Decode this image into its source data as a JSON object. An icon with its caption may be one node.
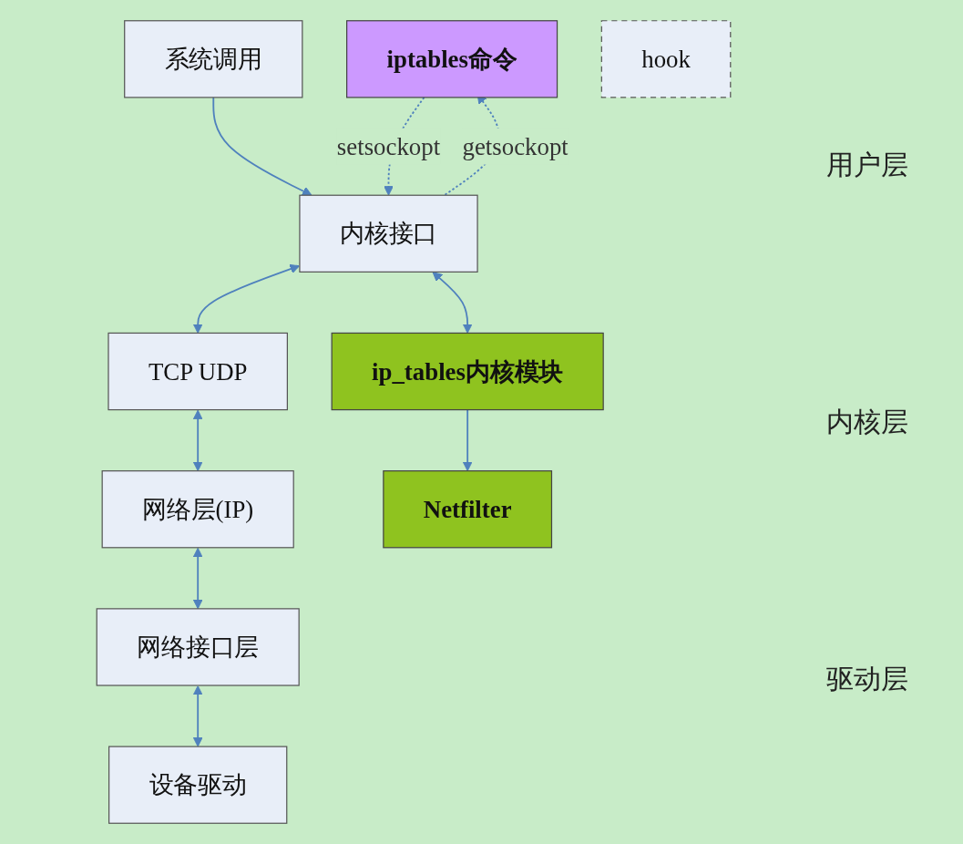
{
  "diagram": {
    "nodes": [
      {
        "text": [
          "系统调用"
        ]
      },
      {
        "text": [
          "iptables命令"
        ]
      },
      {
        "text": [
          "内核接口"
        ]
      },
      {
        "text": [
          "TCP UDP"
        ]
      },
      {
        "text": [
          "ip_tables内核模块"
        ]
      },
      {
        "text": [
          "网络层(IP)"
        ]
      },
      {
        "text": [
          "hook"
        ]
      },
      {
        "text": [
          "Netfilter"
        ]
      },
      {
        "text": [
          "网络接口层"
        ]
      },
      {
        "text": [
          "设备驱动"
        ]
      }
    ],
    "edges": [
      {
        "from": 0,
        "to": 2,
        "arrow": "to"
      },
      {
        "from": 1,
        "to": 2,
        "arrow": "to",
        "label": "setsockopt",
        "style": "dashed"
      },
      {
        "from": 2,
        "to": 1,
        "arrow": "to",
        "label": "getsockopt",
        "style": "dashed"
      },
      {
        "from": 2,
        "to": 3,
        "arrow": "both"
      },
      {
        "from": 2,
        "to": 4,
        "arrow": "both"
      },
      {
        "from": 3,
        "to": 5,
        "arrow": "both"
      },
      {
        "from": 4,
        "to": 7,
        "arrow": "to"
      },
      {
        "from": 5,
        "to": 8,
        "arrow": "both"
      },
      {
        "from": 8,
        "to": 9,
        "arrow": "both"
      }
    ],
    "labels": [
      "用户层",
      "内核层",
      "驱动层"
    ]
  }
}
